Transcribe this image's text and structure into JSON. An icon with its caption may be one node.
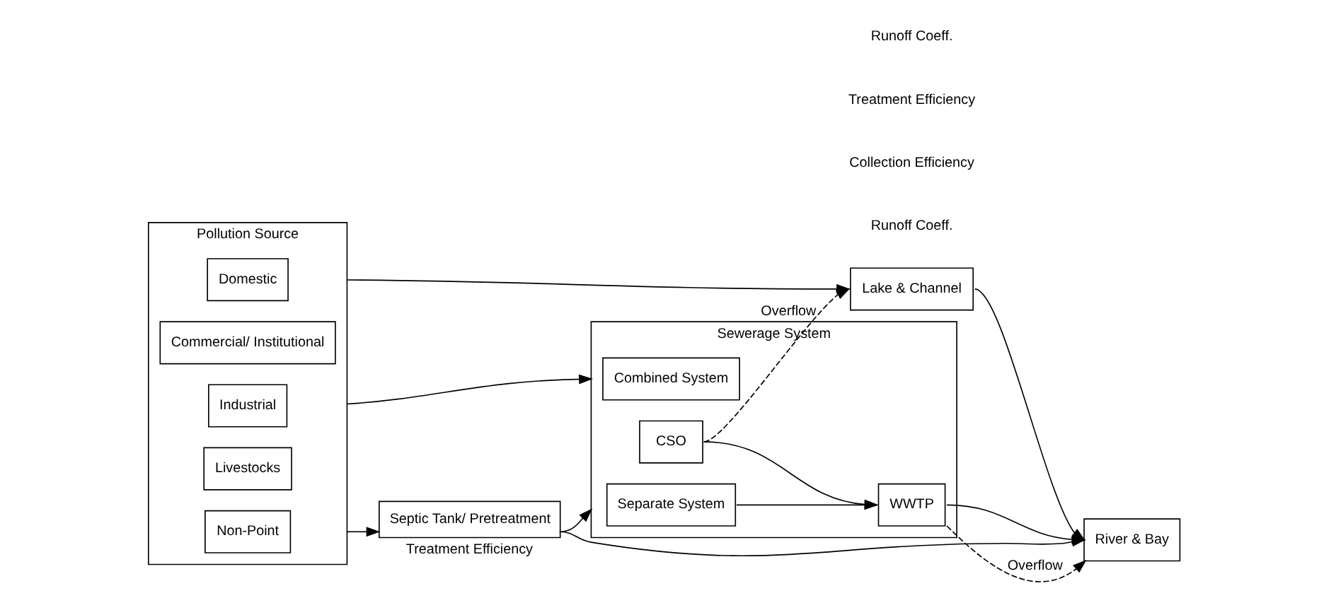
{
  "diagram": {
    "nodes": [
      {
        "text": [
          "Pollution Source"
        ]
      },
      {
        "text": [
          "Domestic"
        ],
        "in": 0
      },
      {
        "text": [
          "Commercial/ Institutional"
        ],
        "in": 0
      },
      {
        "text": [
          "Industrial"
        ],
        "in": 0
      },
      {
        "text": [
          "Livestocks"
        ],
        "in": 0
      },
      {
        "text": [
          "Non-Point"
        ],
        "in": 0
      },
      {
        "text": [
          "Septic Tank/ Pretreatment"
        ],
        "beside": [
          "Treatment Efficiency"
        ]
      },
      {
        "text": [
          "Sewerage System"
        ]
      },
      {
        "text": [
          "Combined System"
        ],
        "in": 7
      },
      {
        "text": [
          "CSO"
        ],
        "in": 7
      },
      {
        "text": [
          "Separate System"
        ],
        "in": 7
      },
      {
        "text": [
          "WWTP"
        ],
        "in": 7
      },
      {
        "text": [
          "Lake & Channel"
        ]
      },
      {
        "text": [
          "River & Bay"
        ]
      }
    ],
    "edges": [
      {
        "from": 0,
        "to": 12,
        "arrow": "to"
      },
      {
        "from": 0,
        "to": 7,
        "arrow": "to"
      },
      {
        "from": 0,
        "to": 6,
        "arrow": "to"
      },
      {
        "from": 6,
        "to": 7,
        "arrow": "to"
      },
      {
        "from": 6,
        "to": 13,
        "arrow": "to"
      },
      {
        "from": 9,
        "to": 11,
        "arrow": "to"
      },
      {
        "from": 10,
        "to": 11,
        "arrow": "to"
      },
      {
        "from": 9,
        "to": 12,
        "arrow": "to",
        "style": "dashed",
        "label": "Overflow"
      },
      {
        "from": 12,
        "to": 13,
        "arrow": "to"
      },
      {
        "from": 11,
        "to": 13,
        "arrow": "to"
      },
      {
        "from": 11,
        "to": 13,
        "arrow": "to",
        "style": "dashed",
        "label": "Overflow"
      }
    ],
    "labels": [
      "Runoff Coeff.",
      "Collection Efficiency",
      "Treatment Efficiency",
      "Runoff Coeff."
    ]
  }
}
